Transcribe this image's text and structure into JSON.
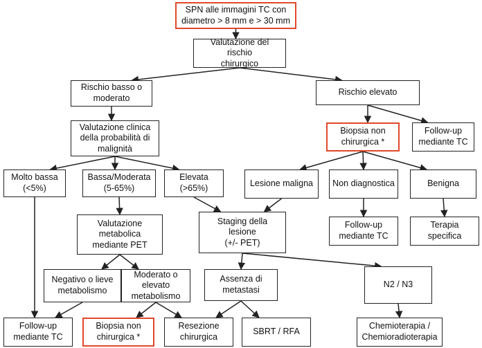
{
  "nodes": {
    "n1": {
      "label": "SPN alle immagini TC con\ndiametro > 8 mm e > 30 mm",
      "highlight": true
    },
    "n2": {
      "label": "Valutazione del rischio\nchirurgico"
    },
    "n3": {
      "label": "Rischio basso o\nmoderato"
    },
    "n4": {
      "label": "Rischio elevato"
    },
    "n5": {
      "label": "Valutazione clinica\ndella probabilità di\nmalignità"
    },
    "n6": {
      "label": "Biopsia non\nchirurgica *",
      "highlight": true
    },
    "n7": {
      "label": "Follow-up\nmediante TC"
    },
    "n8": {
      "label": "Molto bassa\n(<5%)"
    },
    "n9": {
      "label": "Bassa/Moderata\n(5-65%)"
    },
    "n10": {
      "label": "Elevata\n(>65%)"
    },
    "n11": {
      "label": "Lesione maligna"
    },
    "n12": {
      "label": "Non diagnostica"
    },
    "n13": {
      "label": "Benigna"
    },
    "n14": {
      "label": "Valutazione\nmetabolica\nmediante PET"
    },
    "n15": {
      "label": "Staging della\nlesione\n(+/- PET)"
    },
    "n16": {
      "label": "Follow-up\nmediante TC"
    },
    "n17": {
      "label": "Terapia specifica"
    },
    "n18": {
      "label": "Negativo o lieve\nmetabolismo"
    },
    "n19": {
      "label": "Moderato o\nelevato\nmetabolismo"
    },
    "n20": {
      "label": "Assenza di\nmetastasi"
    },
    "n21": {
      "label": "N2 / N3"
    },
    "n22": {
      "label": "Follow-up\nmediante TC"
    },
    "n23": {
      "label": "Biopsia non\nchirurgica *",
      "highlight": true
    },
    "n24": {
      "label": "Resezione\nchirurgica"
    },
    "n25": {
      "label": "SBRT / RFA"
    },
    "n26": {
      "label": "Chemioterapia /\nChemioradioterapia"
    }
  },
  "edges": [
    [
      "n1",
      "n2"
    ],
    [
      "n2",
      "n3"
    ],
    [
      "n2",
      "n4"
    ],
    [
      "n3",
      "n5"
    ],
    [
      "n4",
      "n6"
    ],
    [
      "n4",
      "n7"
    ],
    [
      "n5",
      "n8"
    ],
    [
      "n5",
      "n9"
    ],
    [
      "n5",
      "n10"
    ],
    [
      "n6",
      "n11"
    ],
    [
      "n6",
      "n12"
    ],
    [
      "n6",
      "n13"
    ],
    [
      "n9",
      "n14"
    ],
    [
      "n10",
      "n15"
    ],
    [
      "n11",
      "n15"
    ],
    [
      "n12",
      "n16"
    ],
    [
      "n13",
      "n17"
    ],
    [
      "n14",
      "n18"
    ],
    [
      "n14",
      "n19"
    ],
    [
      "n15",
      "n20"
    ],
    [
      "n15",
      "n21"
    ],
    [
      "n8",
      "n22"
    ],
    [
      "n18",
      "n22"
    ],
    [
      "n19",
      "n23"
    ],
    [
      "n19",
      "n24"
    ],
    [
      "n20",
      "n24"
    ],
    [
      "n20",
      "n25"
    ],
    [
      "n21",
      "n26"
    ]
  ],
  "colors": {
    "line": "#222222",
    "highlight": "#e0482a"
  }
}
